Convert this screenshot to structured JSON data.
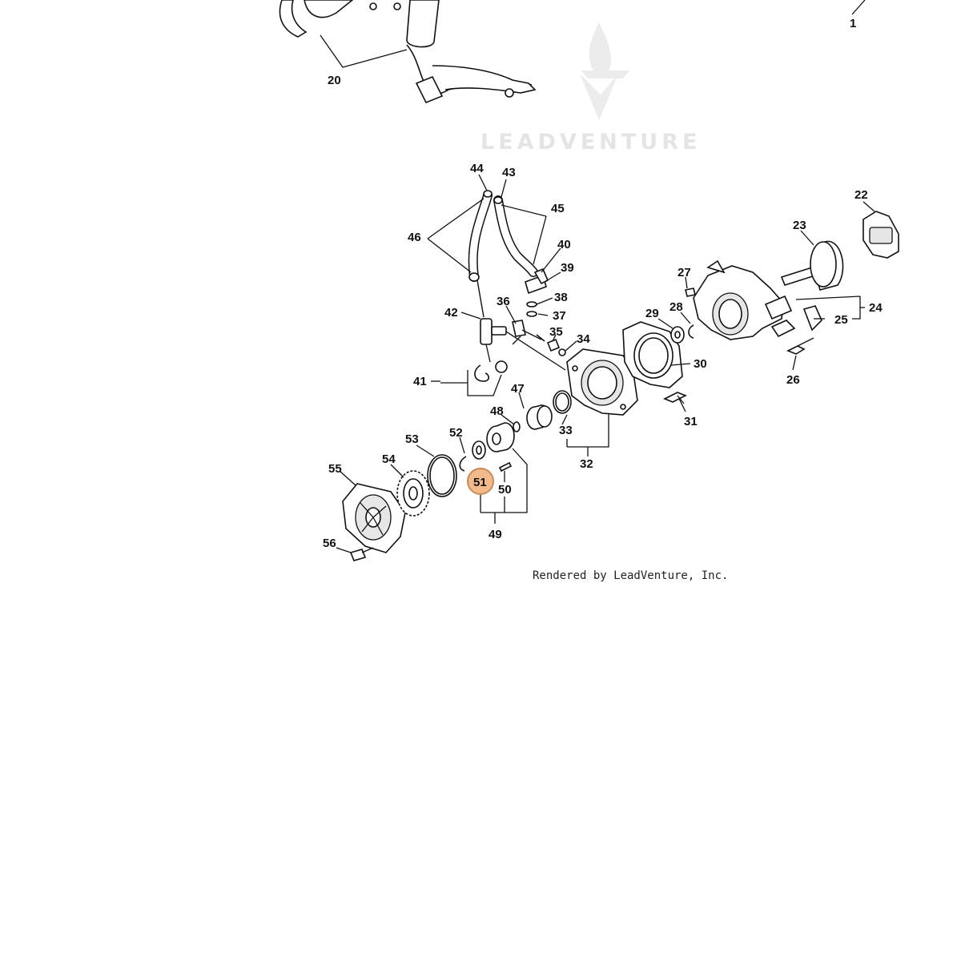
{
  "watermark": {
    "brand": "LEADVENTURE"
  },
  "footer": {
    "text": "Rendered by LeadVenture, Inc."
  },
  "highlight": {
    "label": "51",
    "color": "#f2b98a",
    "border": "#c98a5a"
  },
  "callouts": [
    "1",
    "20",
    "22",
    "23",
    "24",
    "25",
    "26",
    "27",
    "28",
    "29",
    "30",
    "31",
    "32",
    "33",
    "34",
    "35",
    "36",
    "37",
    "38",
    "39",
    "40",
    "41",
    "42",
    "43",
    "44",
    "45",
    "46",
    "47",
    "48",
    "49",
    "50",
    "52",
    "53",
    "54",
    "55",
    "56"
  ]
}
